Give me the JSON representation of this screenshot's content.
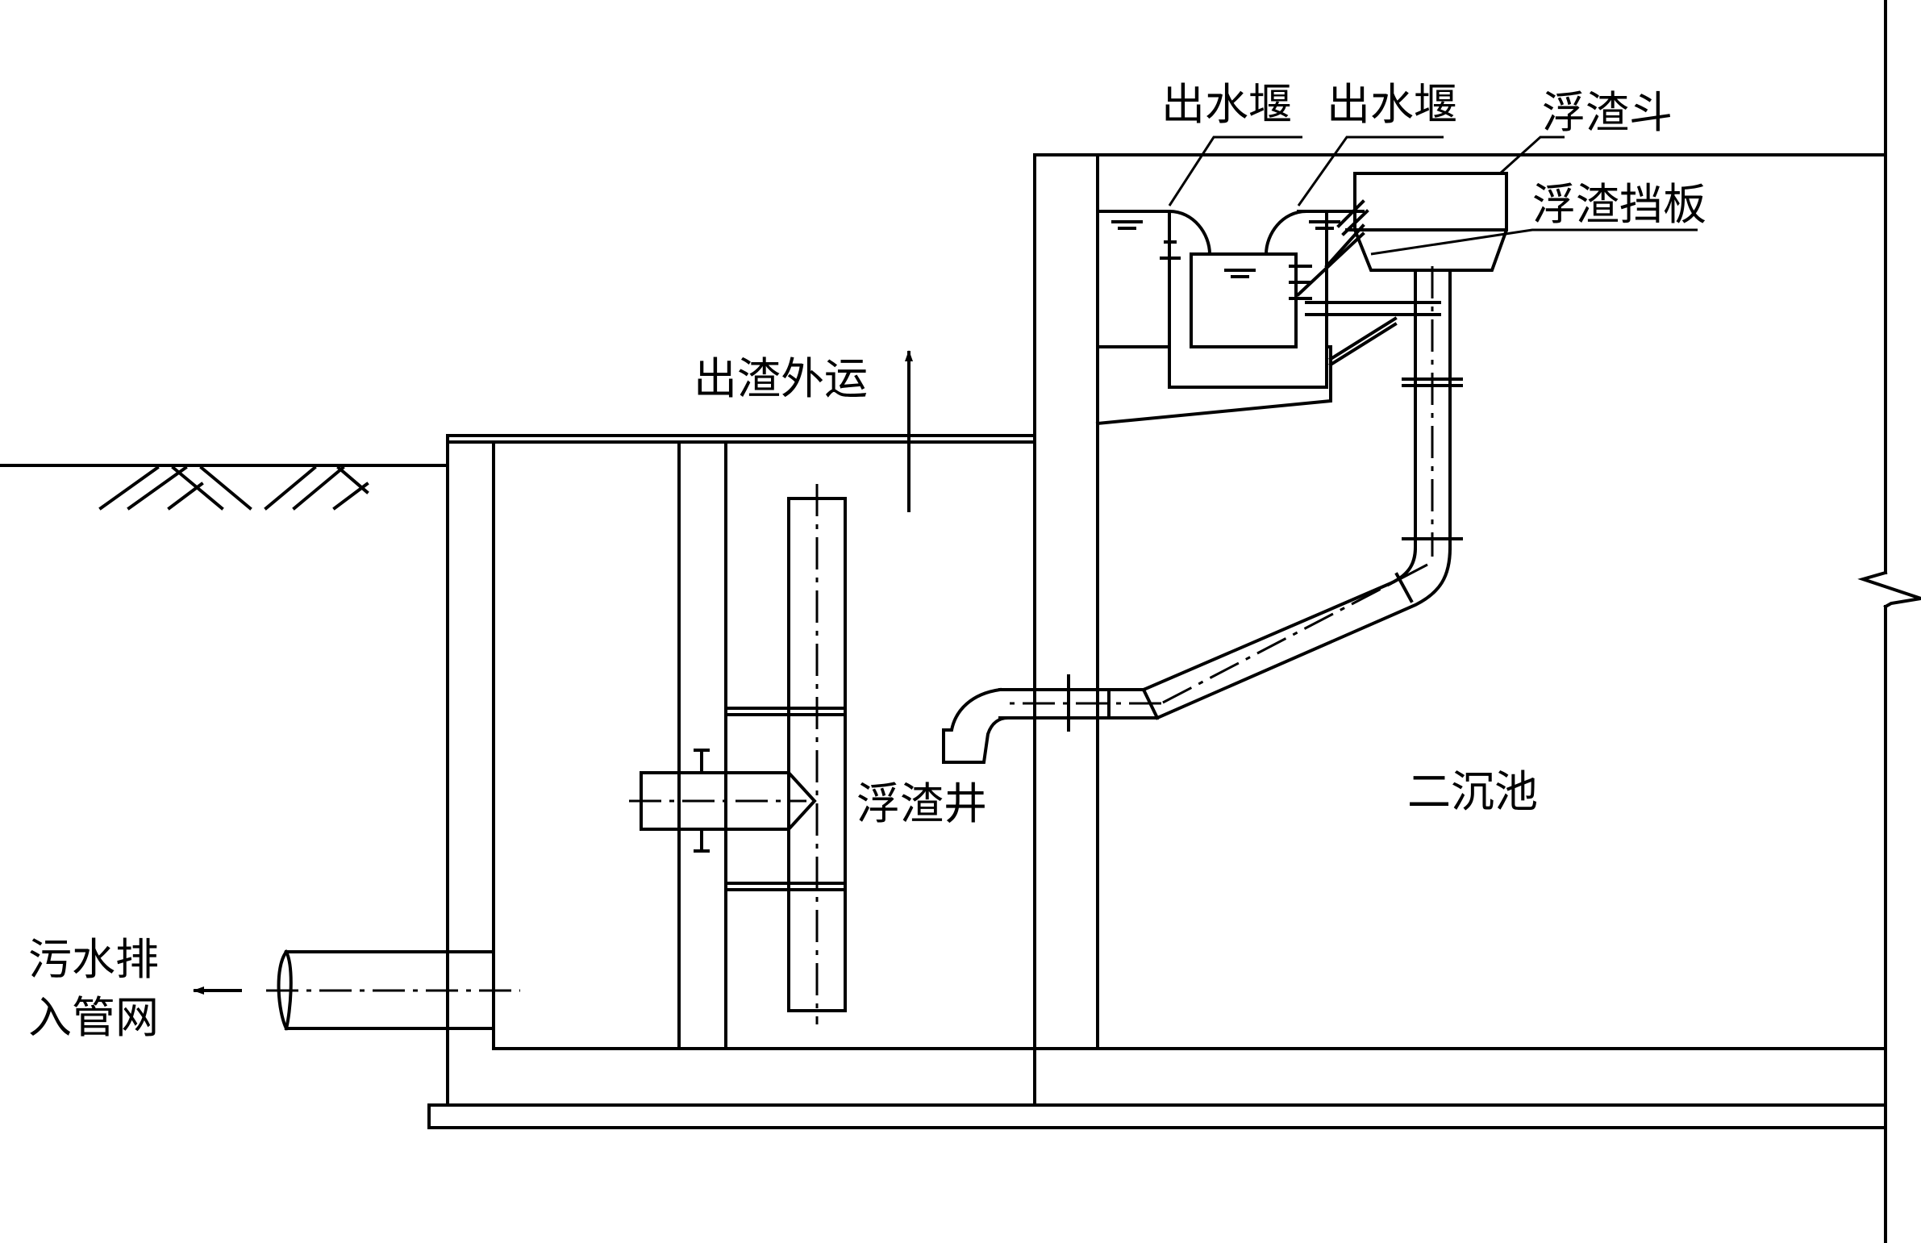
{
  "labels": {
    "weir_1": "出水堰",
    "weir_2": "出水堰",
    "scum_hopper": "浮渣斗",
    "scum_baffle": "浮渣挡板",
    "scum_out": "出渣外运",
    "scum_well": "浮渣井",
    "secondary_clarifier": "二沉池",
    "sewer_line1": "污水排",
    "sewer_line2": "入管网"
  },
  "colors": {
    "line": "#000000",
    "background": "#ffffff"
  }
}
